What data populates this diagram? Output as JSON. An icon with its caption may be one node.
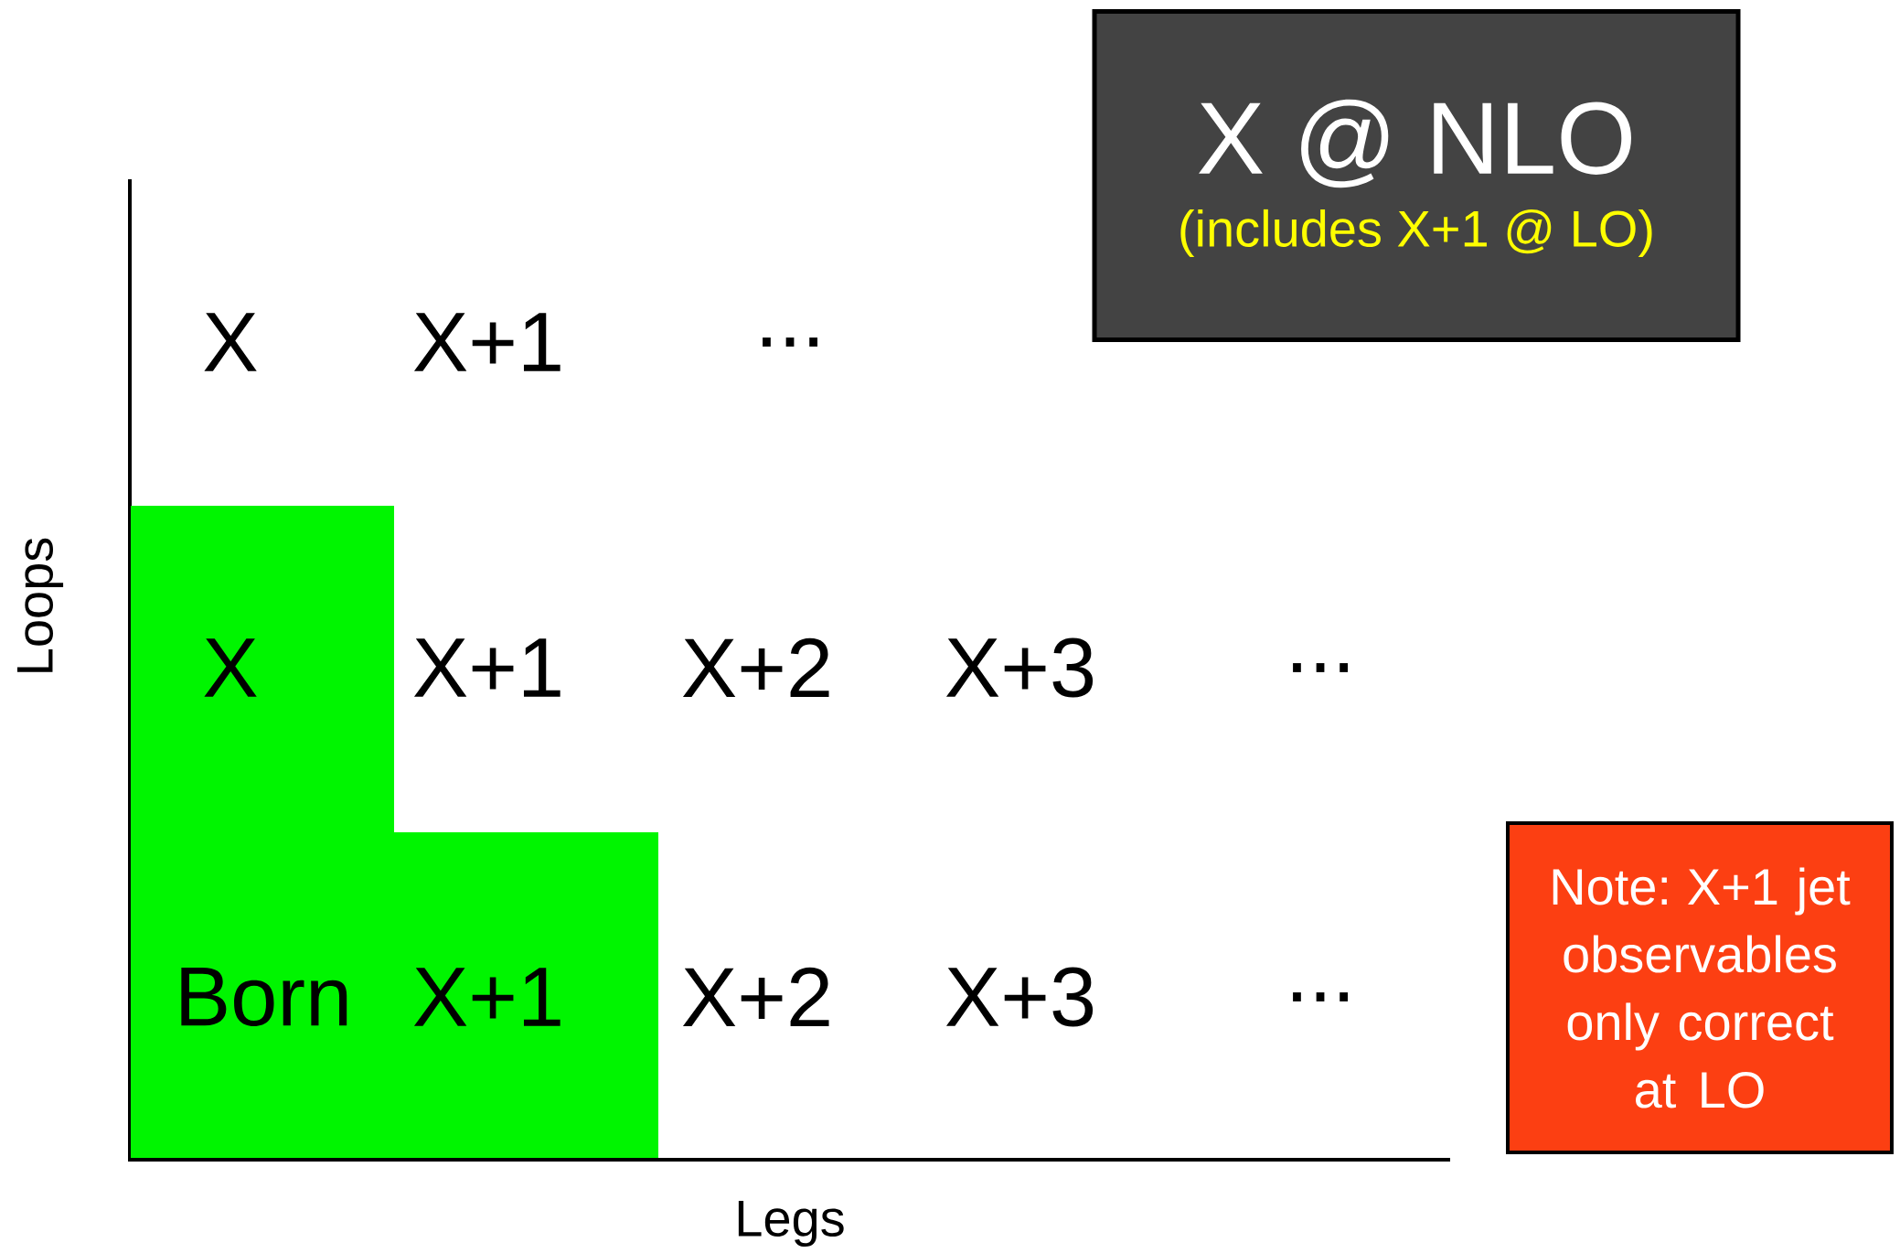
{
  "diagram": {
    "nodes": [
      {
        "text": [
          "X @ NLO",
          "(includes X+1 @ LO)"
        ]
      },
      {
        "text": [
          "X",
          "Born",
          "X+1"
        ]
      },
      {
        "text": [
          "Note: X+1 jet observables only correct at LO"
        ]
      }
    ],
    "labels": [
      "X",
      "X+1",
      "...",
      "X+1",
      "X+2",
      "X+3",
      "...",
      "X+2",
      "X+3",
      "...",
      "Loops",
      "Legs"
    ]
  }
}
